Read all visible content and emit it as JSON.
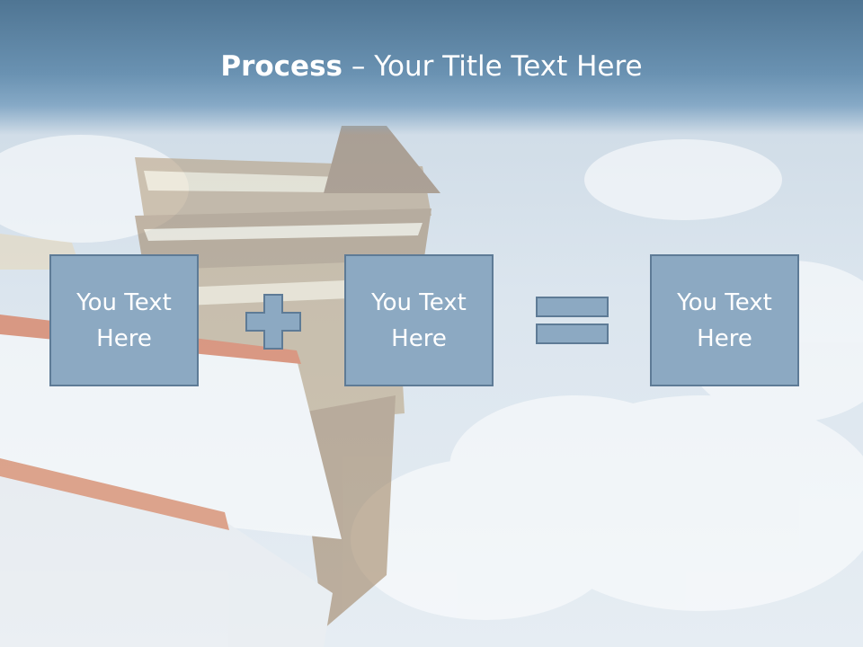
{
  "title": {
    "bold": "Process",
    "rest": " – Your Title Text Here"
  },
  "steps": [
    {
      "label": "You Text Here"
    },
    {
      "label": "You Text Here"
    },
    {
      "label": "You Text Here"
    }
  ],
  "operators": [
    "plus-icon",
    "equals-icon"
  ],
  "colors": {
    "header": "#5b83a4",
    "box_fill": "#8ca9c2",
    "box_border": "#5e7b96",
    "text": "#ffffff"
  }
}
